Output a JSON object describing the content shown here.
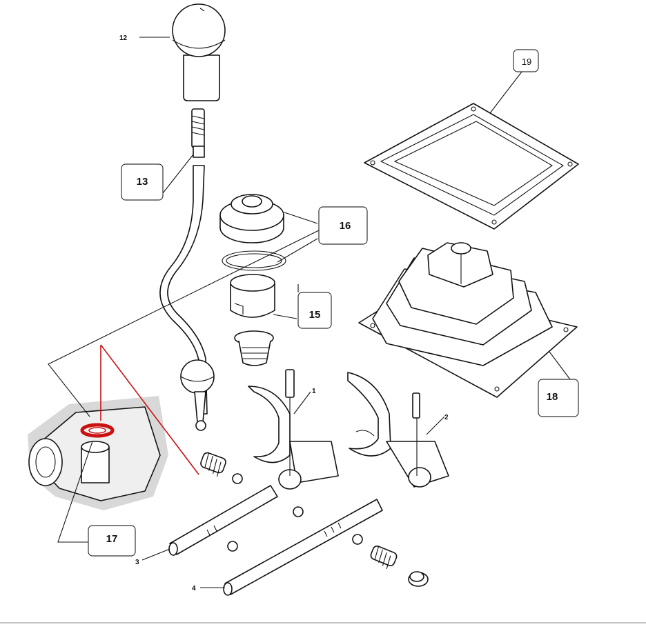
{
  "diagram": {
    "callouts": [
      {
        "id": "12",
        "text": "12"
      },
      {
        "id": "13",
        "text": "13"
      },
      {
        "id": "15",
        "text": "15"
      },
      {
        "id": "16",
        "text": "16"
      },
      {
        "id": "17",
        "text": "17"
      },
      {
        "id": "18",
        "text": "18"
      },
      {
        "id": "19",
        "text": "19"
      },
      {
        "id": "1",
        "text": "1"
      },
      {
        "id": "2",
        "text": "2"
      },
      {
        "id": "3",
        "text": "3"
      },
      {
        "id": "4",
        "text": "4"
      }
    ],
    "highlight_color": "#cc1111",
    "parts": [
      "shift-knob",
      "shift-lever",
      "lever-boot-seat",
      "retaining-ring",
      "lever-seat",
      "spring-seat",
      "shift-boot",
      "boot-cover-plate",
      "shift-fork-1",
      "shift-fork-2",
      "fork-shaft-3",
      "fork-shaft-4",
      "transmission-case",
      "highlighted-seal"
    ]
  }
}
